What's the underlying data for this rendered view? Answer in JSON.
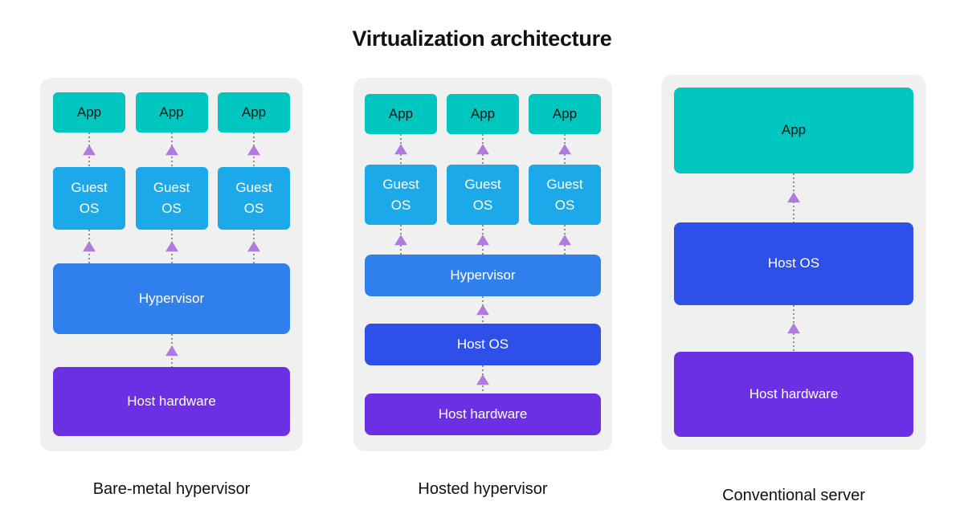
{
  "title": "Virtualization architecture",
  "panels": [
    {
      "caption": "Bare-metal hypervisor",
      "app_label": "App",
      "guest_os_label": "Guest OS",
      "wide_layers": [
        "Hypervisor",
        "Host hardware"
      ]
    },
    {
      "caption": "Hosted hypervisor",
      "app_label": "App",
      "guest_os_label": "Guest OS",
      "wide_layers": [
        "Hypervisor",
        "Host OS",
        "Host hardware"
      ]
    },
    {
      "caption": "Conventional server",
      "layers": [
        "App",
        "Host OS",
        "Host hardware"
      ]
    }
  ],
  "colors": {
    "app": "#00C6C0",
    "guest_os": "#1BA9E9",
    "hypervisor": "#2F80ED",
    "host_os": "#2E50E8",
    "host_hardware": "#6B2FE4",
    "arrowhead": "#AF7BE0",
    "dotted_line": "#8F8F8F",
    "panel_bg": "#F0F0F1",
    "app_text": "#161616",
    "layer_text": "#FFFFFF",
    "heading_text": "#111111"
  }
}
